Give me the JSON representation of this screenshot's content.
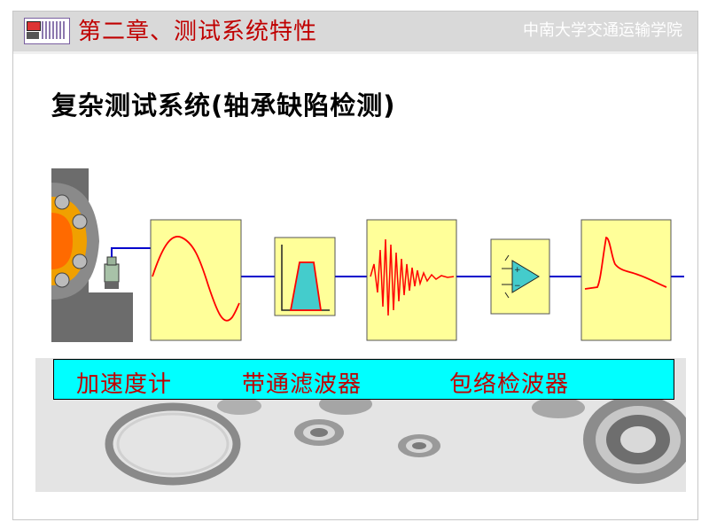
{
  "header": {
    "chapter_title": "第二章、测试系统特性",
    "school": "中南大学交通运输学院"
  },
  "slide": {
    "title": "复杂测试系统(轴承缺陷检测)"
  },
  "labels": {
    "accelerometer": "加速度计",
    "bandpass_filter": "带通滤波器",
    "envelope_detector": "包络检波器"
  },
  "colors": {
    "header_bg": "#d9d9d9",
    "chapter_title": "#c00000",
    "block_fill": "#ffff99",
    "signal_line": "#ff0000",
    "connector": "#0000cc",
    "label_bg": "#00ffff",
    "label_text": "#c00000"
  }
}
